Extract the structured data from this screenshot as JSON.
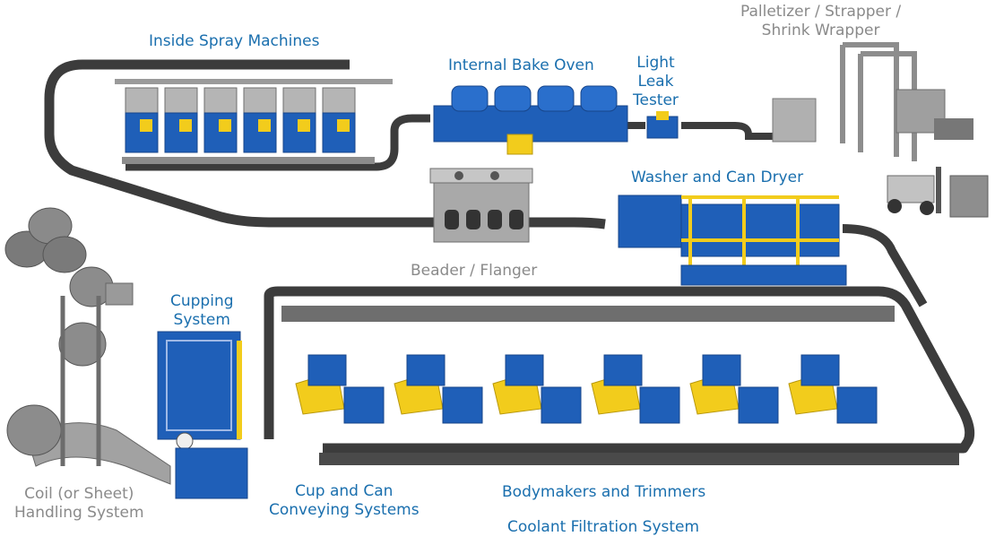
{
  "labels": {
    "inside_spray": {
      "lines": [
        "Inside Spray Machines"
      ],
      "tone": "blue"
    },
    "bake_oven": {
      "lines": [
        "Internal Bake Oven"
      ],
      "tone": "blue"
    },
    "light_leak": {
      "lines": [
        "Light",
        "Leak",
        "Tester"
      ],
      "tone": "blue"
    },
    "palletizer": {
      "lines": [
        "Palletizer / Strapper /",
        "Shrink Wrapper"
      ],
      "tone": "gray"
    },
    "washer": {
      "lines": [
        "Washer and Can Dryer"
      ],
      "tone": "blue"
    },
    "beader": {
      "lines": [
        "Beader / Flanger"
      ],
      "tone": "gray"
    },
    "cupping": {
      "lines": [
        "Cupping",
        "System"
      ],
      "tone": "blue"
    },
    "coil": {
      "lines": [
        "Coil (or Sheet)",
        "Handling System"
      ],
      "tone": "gray"
    },
    "cup_conveying": {
      "lines": [
        "Cup and Can",
        "Conveying Systems"
      ],
      "tone": "blue"
    },
    "bodymakers": {
      "lines": [
        "Bodymakers and Trimmers"
      ],
      "tone": "blue"
    },
    "coolant": {
      "lines": [
        "Coolant Filtration System"
      ],
      "tone": "blue"
    }
  },
  "colors": {
    "machine_blue": "#1f5fb8",
    "machine_blue_dark": "#17458a",
    "accent_yellow": "#f2cc1c",
    "conveyor": "#3c3c3c",
    "steel": "#a9a9a9",
    "label_blue": "#1a6fae",
    "label_gray": "#8a8a8a"
  }
}
